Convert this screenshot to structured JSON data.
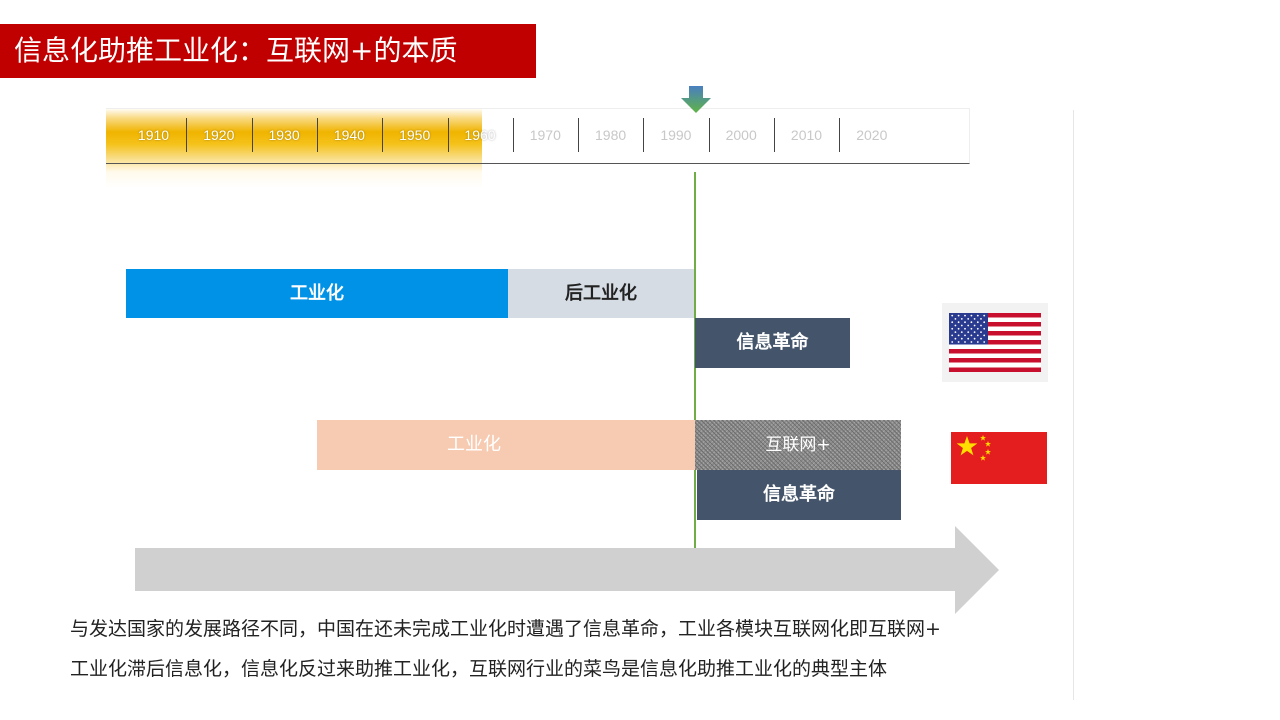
{
  "title": "信息化助推工业化：互联网+的本质",
  "timeline": {
    "years": [
      "1910",
      "1920",
      "1930",
      "1940",
      "1950",
      "1960",
      "1970",
      "1980",
      "1990",
      "2000",
      "2010",
      "2020"
    ],
    "highlight_end": "1960",
    "marker_year": "1990",
    "colors": {
      "highlight": "#f0b400",
      "marker": "#70ad47"
    }
  },
  "usa_row": {
    "industrialization": "工业化",
    "post_industrialization": "后工业化",
    "info_revolution": "信息革命"
  },
  "china_row": {
    "industrialization": "工业化",
    "internet_plus": "互联网+",
    "info_revolution": "信息革命"
  },
  "colors": {
    "title_bg": "#c00000",
    "usa_industrialization": "#0092e6",
    "post_industrialization": "#d5dce4",
    "info_revolution": "#44546a",
    "china_industrialization": "#f6cbb1",
    "arrow": "#d0d0d0"
  },
  "description": {
    "line1": "与发达国家的发展路径不同，中国在还未完成工业化时遭遇了信息革命，工业各模块互联网化即互联网+",
    "line2": "工业化滞后信息化，信息化反过来助推工业化，互联网行业的菜鸟是信息化助推工业化的典型主体"
  }
}
